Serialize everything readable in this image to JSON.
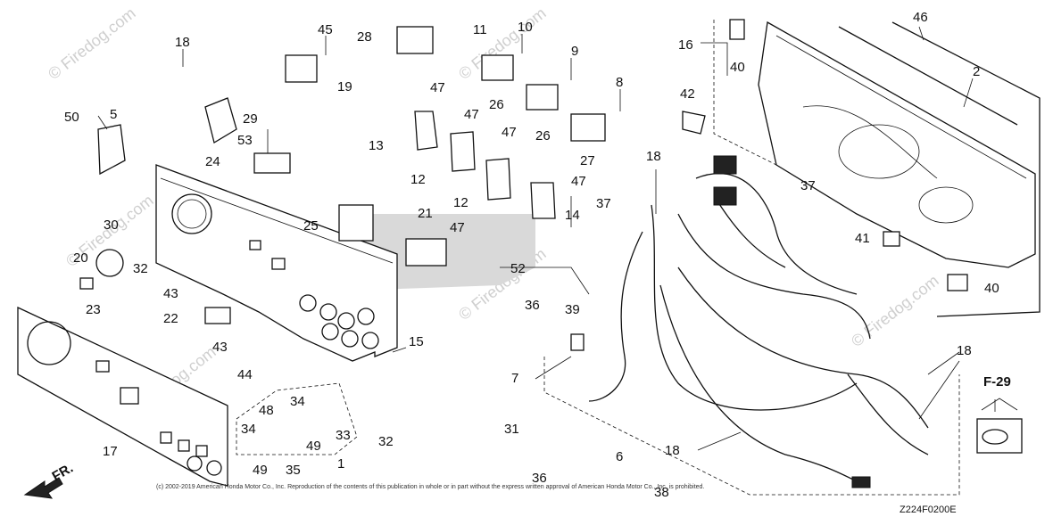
{
  "diagram": {
    "callouts": [
      {
        "id": "c18a",
        "text": "18"
      },
      {
        "id": "c45",
        "text": "45"
      },
      {
        "id": "c28",
        "text": "28"
      },
      {
        "id": "c11",
        "text": "11"
      },
      {
        "id": "c10",
        "text": "10"
      },
      {
        "id": "c9",
        "text": "9"
      },
      {
        "id": "c8",
        "text": "8"
      },
      {
        "id": "c16",
        "text": "16"
      },
      {
        "id": "c40a",
        "text": "40"
      },
      {
        "id": "c46",
        "text": "46"
      },
      {
        "id": "c2",
        "text": "2"
      },
      {
        "id": "c19",
        "text": "19"
      },
      {
        "id": "c47a",
        "text": "47"
      },
      {
        "id": "c47b",
        "text": "47"
      },
      {
        "id": "c47c",
        "text": "47"
      },
      {
        "id": "c47d",
        "text": "47"
      },
      {
        "id": "c47e",
        "text": "47"
      },
      {
        "id": "c42",
        "text": "42"
      },
      {
        "id": "c50",
        "text": "50"
      },
      {
        "id": "c5",
        "text": "5"
      },
      {
        "id": "c29",
        "text": "29"
      },
      {
        "id": "c53",
        "text": "53"
      },
      {
        "id": "c24",
        "text": "24"
      },
      {
        "id": "c26a",
        "text": "26"
      },
      {
        "id": "c26b",
        "text": "26"
      },
      {
        "id": "c27",
        "text": "27"
      },
      {
        "id": "c13",
        "text": "13"
      },
      {
        "id": "c12a",
        "text": "12"
      },
      {
        "id": "c12b",
        "text": "12"
      },
      {
        "id": "c14",
        "text": "14"
      },
      {
        "id": "c18b",
        "text": "18"
      },
      {
        "id": "c37a",
        "text": "37"
      },
      {
        "id": "c37b",
        "text": "37"
      },
      {
        "id": "c25",
        "text": "25"
      },
      {
        "id": "c21",
        "text": "21"
      },
      {
        "id": "c30",
        "text": "30"
      },
      {
        "id": "c20",
        "text": "20"
      },
      {
        "id": "c32a",
        "text": "32"
      },
      {
        "id": "c23",
        "text": "23"
      },
      {
        "id": "c43a",
        "text": "43"
      },
      {
        "id": "c52",
        "text": "52"
      },
      {
        "id": "c41",
        "text": "41"
      },
      {
        "id": "c40b",
        "text": "40"
      },
      {
        "id": "c22",
        "text": "22"
      },
      {
        "id": "c36a",
        "text": "36"
      },
      {
        "id": "c39",
        "text": "39"
      },
      {
        "id": "c43b",
        "text": "43"
      },
      {
        "id": "c15",
        "text": "15"
      },
      {
        "id": "c44",
        "text": "44"
      },
      {
        "id": "c7",
        "text": "7"
      },
      {
        "id": "c18c",
        "text": "18"
      },
      {
        "id": "c34a",
        "text": "34"
      },
      {
        "id": "c48",
        "text": "48"
      },
      {
        "id": "c34b",
        "text": "34"
      },
      {
        "id": "c33",
        "text": "33"
      },
      {
        "id": "c32b",
        "text": "32"
      },
      {
        "id": "c17",
        "text": "17"
      },
      {
        "id": "c49a",
        "text": "49"
      },
      {
        "id": "c35",
        "text": "35"
      },
      {
        "id": "c49b",
        "text": "49"
      },
      {
        "id": "c1",
        "text": "1"
      },
      {
        "id": "c31",
        "text": "31"
      },
      {
        "id": "c6",
        "text": "6"
      },
      {
        "id": "c18d",
        "text": "18"
      },
      {
        "id": "c36b",
        "text": "36"
      },
      {
        "id": "c38",
        "text": "38"
      }
    ],
    "reference_label": "F-29",
    "front_label": "FR.",
    "watermark": "© Firedog.com",
    "copyright": "(c) 2002-2019 American Honda Motor Co., Inc. Reproduction of the contents of this publication in whole or in part without the express written approval of American Honda Motor Co., Inc. is prohibited.",
    "figure_code": "Z224F0200E"
  },
  "colors": {
    "line": "#111111",
    "shade": "#d9d9d9",
    "watermark": "#cfcfcf"
  }
}
